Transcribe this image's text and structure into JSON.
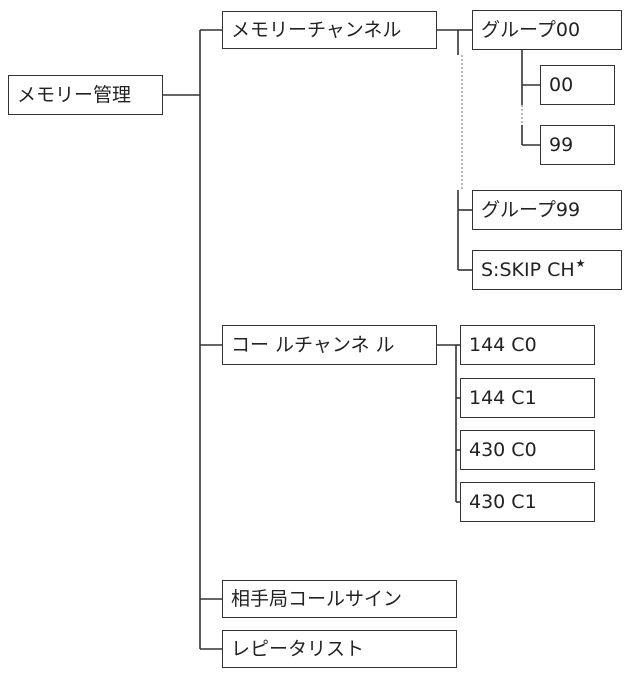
{
  "tree": {
    "root": "メモリー管理",
    "memory_channel": {
      "label": "メモリーチャンネル",
      "group_first": {
        "label": "グループ00",
        "children": [
          "00",
          "99"
        ]
      },
      "group_last": "グループ99",
      "skip": {
        "label": "S:SKIP CH",
        "mark": "★"
      }
    },
    "call_channel": {
      "label": "コー ルチャンネ ル",
      "children": [
        "144 C0",
        "144 C1",
        "430 C0",
        "430 C1"
      ]
    },
    "partner_callsign": "相手局コールサイン",
    "repeater_list": "レピータリスト"
  }
}
